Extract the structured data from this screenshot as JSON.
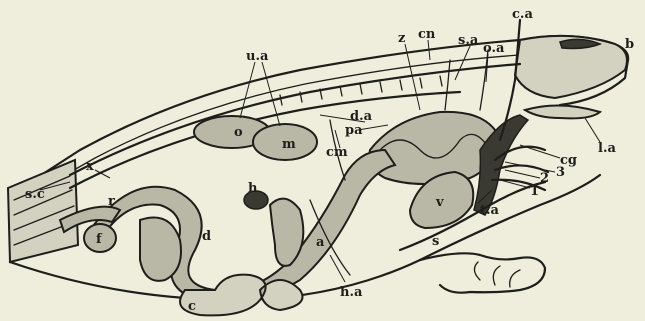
{
  "labels": {
    "ua": "u.a",
    "z": "z",
    "cn": "cn",
    "sa": "s.a",
    "oa": "o.a",
    "ca": "c.a",
    "b": "b",
    "o": "o",
    "m": "m",
    "da": "d.a",
    "pa": "pa",
    "cm": "cm",
    "la": "l.a",
    "cg": "cg",
    "sc": "s.c",
    "x": "x",
    "r": "r",
    "h": "h",
    "d": "d",
    "f": "f",
    "a": "a",
    "v": "v",
    "ta": "t.a",
    "n2": "2",
    "n3": "3",
    "n1": "1",
    "s": "s",
    "c": "c",
    "ha": "h.a"
  }
}
